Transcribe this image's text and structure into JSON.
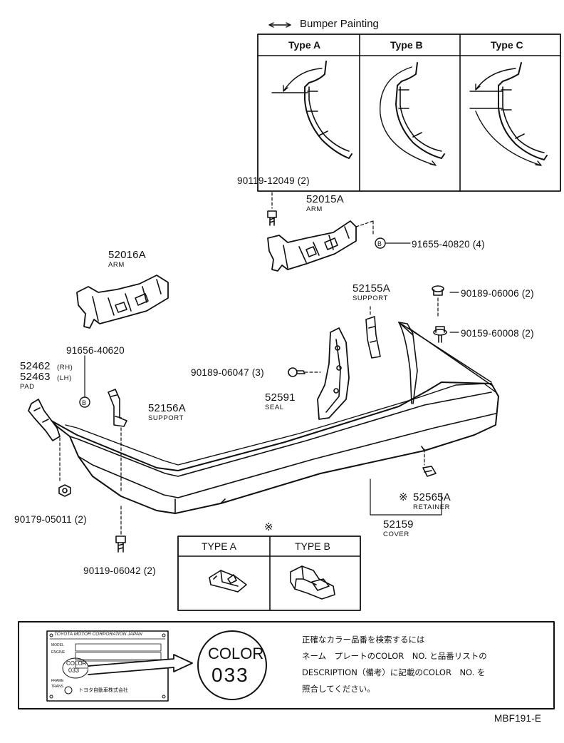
{
  "painting": {
    "legend": "Bumper Painting",
    "types": [
      "Type A",
      "Type B",
      "Type C"
    ]
  },
  "parts": {
    "p90119_12049": "90119-12049 (2)",
    "p52015A": "52015A",
    "arm1": "ARM",
    "p91655": "91655-40820 (4)",
    "p52016A": "52016A",
    "arm2": "ARM",
    "p52155A": "52155A",
    "support1": "SUPPORT",
    "p90189_06006": "90189-06006 (2)",
    "p90159": "90159-60008 (2)",
    "p91656": "91656-40620",
    "p52462": "52462",
    "rh": "(RH)",
    "p52463": "52463",
    "lh": "(LH)",
    "pad": "PAD",
    "p90189_06047": "90189-06047 (3)",
    "p52156A": "52156A",
    "support2": "SUPPORT",
    "p52591": "52591",
    "seal": "SEAL",
    "p52565A": "52565A",
    "retainer": "RETAINER",
    "p52159": "52159",
    "cover": "COVER",
    "p90179": "90179-05011 (2)",
    "p90119_06042": "90119-06042 (2)",
    "b_mark": "B",
    "asterisk": "※"
  },
  "retainer_types": [
    "TYPE A",
    "TYPE B"
  ],
  "nameplate": {
    "header": "TOYOTA MOTOR CORPORATION JAPAN",
    "rows": [
      "MODEL",
      "ENGINE",
      "FRAME",
      "TRANS"
    ],
    "color_label": "COLOR",
    "color_code": "033",
    "footer": "トヨタ自動車株式会社",
    "big_color": "COLOR",
    "big_code": "033"
  },
  "instructions": [
    "正確なカラー品番を検索するには",
    "ネーム　プレートのCOLOR　NO. と品番リストの",
    "DESCRIPTION（備考）に記載のCOLOR　NO. を",
    "照合してください。"
  ],
  "page_code": "MBF191-E"
}
